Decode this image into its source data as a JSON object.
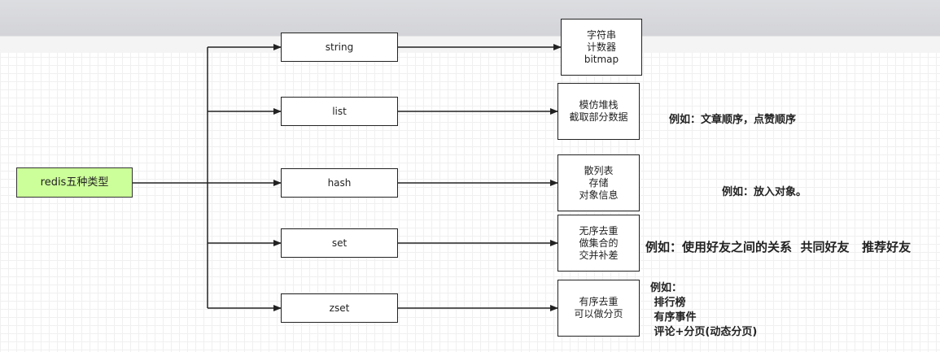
{
  "root": {
    "label": "redis五种类型"
  },
  "types": [
    {
      "label": "string"
    },
    {
      "label": "list"
    },
    {
      "label": "hash"
    },
    {
      "label": "set"
    },
    {
      "label": "zset"
    }
  ],
  "uses": [
    {
      "lines": [
        "字符串",
        "计数器",
        "bitmap"
      ]
    },
    {
      "lines": [
        "模仿堆栈",
        "截取部分数据"
      ]
    },
    {
      "lines": [
        "散列表",
        "存储",
        "对象信息"
      ]
    },
    {
      "lines": [
        "无序去重",
        "做集合的",
        "交并补差"
      ]
    },
    {
      "lines": [
        "有序去重",
        "可以做分页"
      ]
    }
  ],
  "notes": {
    "list": "例如：文章顺序，点赞顺序",
    "hash": "例如：放入对象。",
    "set": "例如：使用好友之间的关系  共同好友   推荐好友",
    "zset": [
      "例如：",
      " 排行榜",
      " 有序事件",
      " 评论+分页(动态分页)"
    ]
  }
}
